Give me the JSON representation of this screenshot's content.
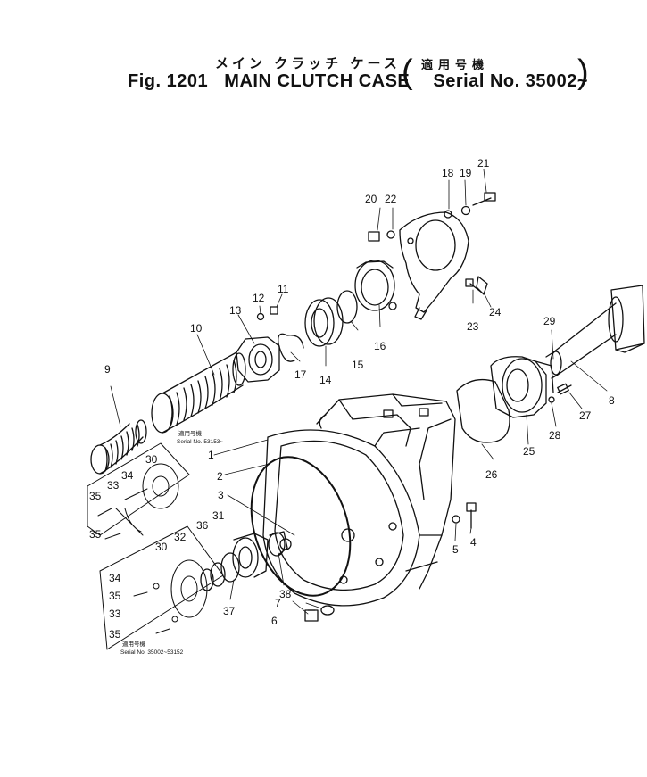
{
  "header": {
    "title_jp": "メイン クラッチ ケース",
    "fig_label": "Fig. 1201",
    "title_en": "MAIN CLUTCH CASE",
    "applic_jp": "適用号機",
    "serial_range": "Serial No. 35002~"
  },
  "part_numbers": [
    "1",
    "2",
    "3",
    "4",
    "5",
    "6",
    "7",
    "8",
    "9",
    "10",
    "11",
    "12",
    "13",
    "14",
    "15",
    "16",
    "17",
    "18",
    "19",
    "20",
    "21",
    "22",
    "23",
    "24",
    "25",
    "26",
    "27",
    "28",
    "29",
    "30",
    "31",
    "32",
    "33",
    "34",
    "35",
    "36",
    "37",
    "38"
  ],
  "insets": {
    "upper": {
      "label_jp": "適用号機",
      "serial": "Serial No. 53153~",
      "parts": [
        "30",
        "33",
        "34",
        "35",
        "35"
      ]
    },
    "lower": {
      "label_jp": "適用号機",
      "serial": "Serial No. 35002~53152",
      "parts": [
        "30",
        "34",
        "35",
        "33",
        "35"
      ]
    }
  },
  "colors": {
    "ink": "#111111",
    "paper": "#ffffff"
  }
}
